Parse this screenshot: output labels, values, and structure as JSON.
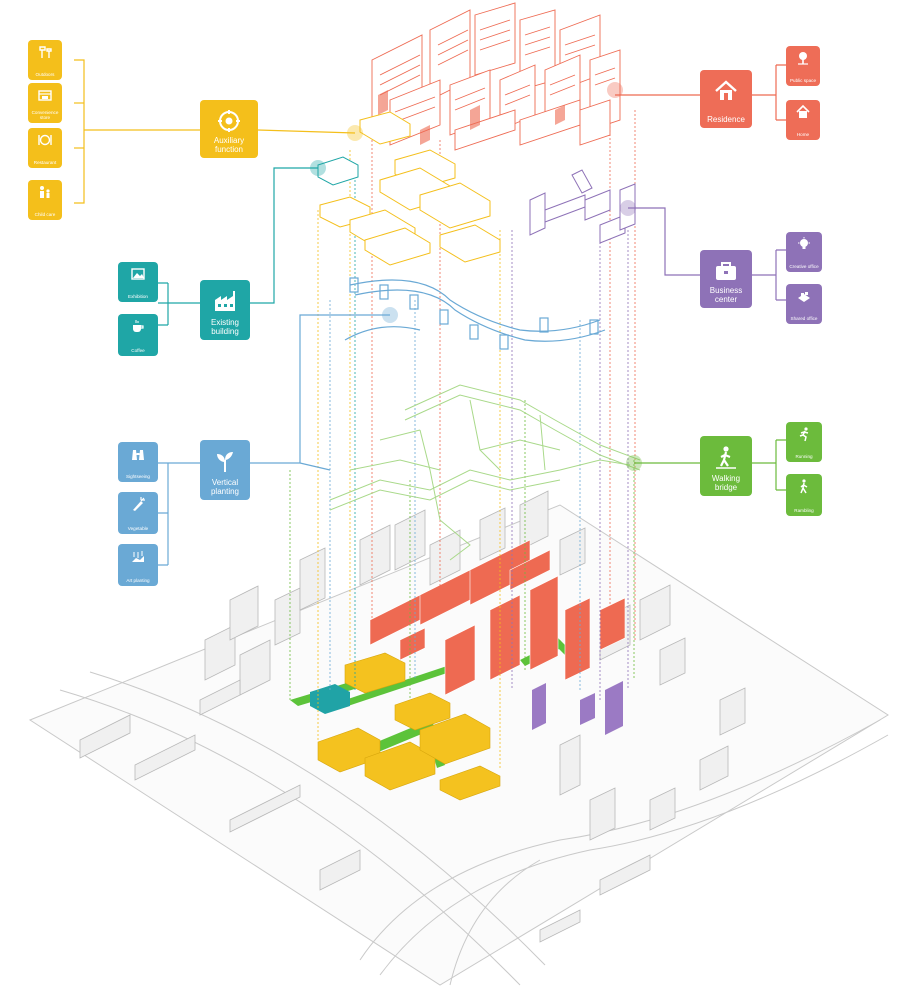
{
  "colors": {
    "auxiliary": "#f4bf1b",
    "residence": "#ee6d57",
    "existing_building": "#1fa6a6",
    "business_center": "#8e72b7",
    "vertical_planting": "#6aa9d5",
    "walking_bridge": "#6cbb3c"
  },
  "groups": {
    "auxiliary": {
      "label": "Auxiliary function",
      "icon": "gear-tools-icon",
      "items": [
        {
          "label": "Outdoors",
          "icon": "outdoor-icon"
        },
        {
          "label": "Convenience store",
          "icon": "store-icon"
        },
        {
          "label": "Restaurant",
          "icon": "dining-icon"
        },
        {
          "label": "Child care",
          "icon": "family-icon"
        }
      ]
    },
    "residence": {
      "label": "Residence",
      "icon": "house-icon",
      "items": [
        {
          "label": "Public space",
          "icon": "park-icon"
        },
        {
          "label": "Home",
          "icon": "home-icon"
        }
      ]
    },
    "existing_building": {
      "label": "Existing building",
      "icon": "factory-icon",
      "items": [
        {
          "label": "Exhibition",
          "icon": "picture-icon"
        },
        {
          "label": "Coffee",
          "icon": "coffee-icon"
        }
      ]
    },
    "business_center": {
      "label": "Business center",
      "icon": "briefcase-icon",
      "items": [
        {
          "label": "Creative office",
          "icon": "lightbulb-icon"
        },
        {
          "label": "Shared office",
          "icon": "office-icon"
        }
      ]
    },
    "vertical_planting": {
      "label": "Vertical planting",
      "icon": "sprout-icon",
      "items": [
        {
          "label": "Sightseeing",
          "icon": "binoculars-icon"
        },
        {
          "label": "Vegetable",
          "icon": "vegetable-icon"
        },
        {
          "label": "Art planting",
          "icon": "art-planting-icon"
        }
      ]
    },
    "walking_bridge": {
      "label": "Walking bridge",
      "icon": "pedestrian-icon",
      "items": [
        {
          "label": "Running",
          "icon": "running-icon"
        },
        {
          "label": "Rambling",
          "icon": "walking-icon"
        }
      ]
    }
  }
}
